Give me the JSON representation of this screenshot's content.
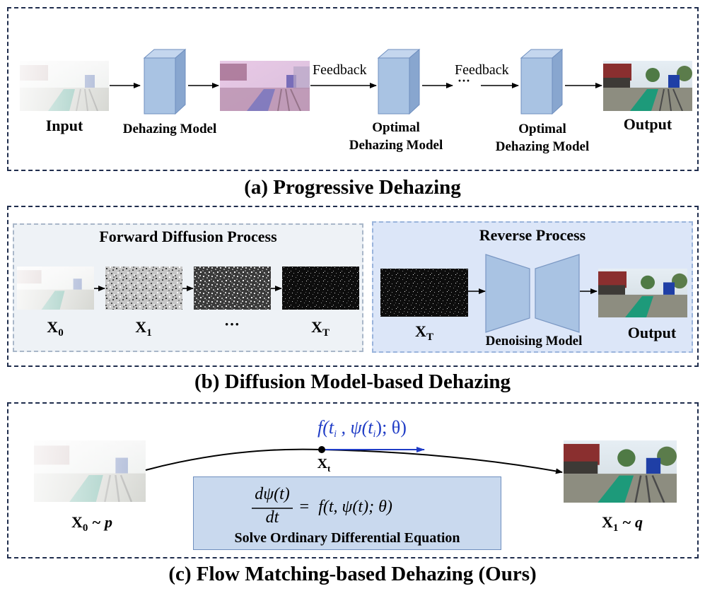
{
  "panel_a": {
    "caption": "(a) Progressive Dehazing",
    "input_label": "Input",
    "model1_label": "Dehazing Model",
    "feedback1": "Feedback",
    "model2_line1": "Optimal",
    "model2_line2": "Dehazing Model",
    "ellipsis": "···",
    "feedback2": "Feedback",
    "model3_line1": "Optimal",
    "model3_line2": "Dehazing Model",
    "output_label": "Output"
  },
  "panel_b": {
    "caption": "(b) Diffusion Model-based Dehazing",
    "forward_title": "Forward Diffusion Process",
    "reverse_title": "Reverse Process",
    "x0": "X",
    "x0_sub": "0",
    "x1": "X",
    "x1_sub": "1",
    "dots": "···",
    "xT": "X",
    "xT_sub": "T",
    "xT2": "X",
    "xT2_sub": "T",
    "denoise_label": "Denoising Model",
    "output_label": "Output"
  },
  "panel_c": {
    "caption": "(c) Flow Matching-based Dehazing (Ours)",
    "vector_label": "f(t",
    "vector_i": "i",
    "vector_mid": " , ψ(t",
    "vector_end": "); θ)",
    "xt": "X",
    "xt_sub": "t",
    "eq_num": "dψ(t)",
    "eq_den": "dt",
    "eq_rhs": "=  f(t, ψ(t); θ)",
    "eq_caption": "Solve Ordinary Differential Equation",
    "x0": "X",
    "x0_sub": "0",
    "x0_dist": " ~ p",
    "x1": "X",
    "x1_sub": "1",
    "x1_dist": " ~ q"
  },
  "colors": {
    "dash_border": "#1f2d4d",
    "cube_front": "#a9c3e3",
    "cube_side": "#88a6cf",
    "cube_top": "#c4d6ee",
    "forward_bg": "#eef2f6",
    "reverse_bg": "#dce6f8",
    "equation_bg": "#c9d9ee",
    "vector_blue": "#1f3cc6"
  }
}
